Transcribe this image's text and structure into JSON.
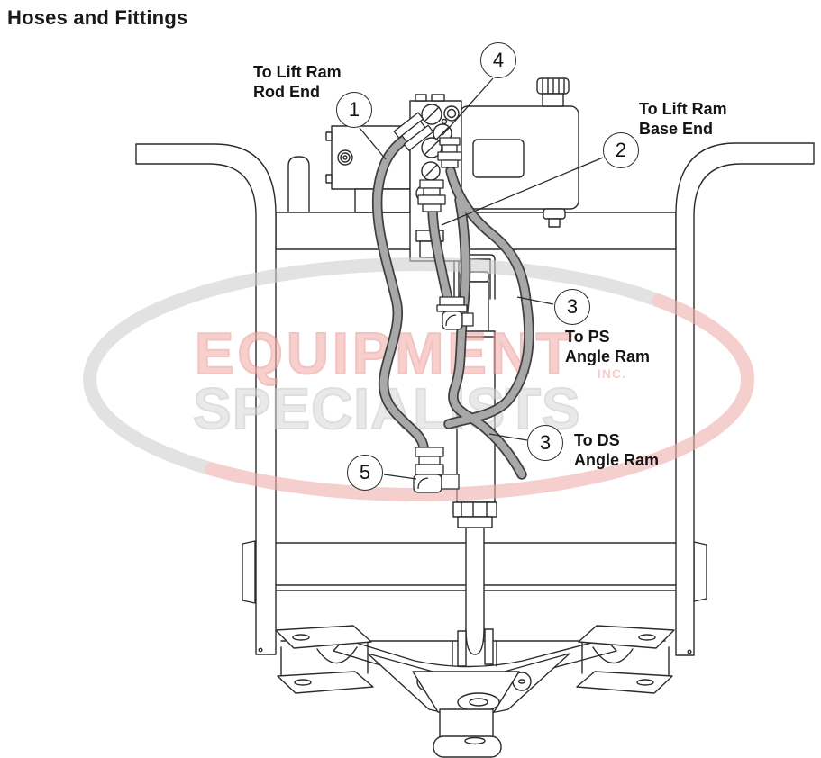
{
  "title": "Hoses and Fittings",
  "watermark": {
    "word1": "EQUIPMENT",
    "word2": "SPECIALISTS",
    "suffix": "INC."
  },
  "labels": {
    "lift_rod": {
      "line1": "To Lift Ram",
      "line2": "Rod End"
    },
    "lift_base": {
      "line1": "To Lift Ram",
      "line2": "Base End"
    },
    "ps": {
      "line1": "To PS",
      "line2": "Angle Ram"
    },
    "ds": {
      "line1": "To DS",
      "line2": "Angle Ram"
    }
  },
  "callouts": {
    "c1": "1",
    "c2": "2",
    "c3a": "3",
    "c3b": "3",
    "c4": "4",
    "c5": "5"
  },
  "colors": {
    "line": "#2b2b2b",
    "hose_fill": "#a8a8a8",
    "hose_outline": "#3f3f3f",
    "watermark_pink": "#f0b0ac",
    "watermark_gray": "#cfcfcf",
    "text": "#141414"
  }
}
